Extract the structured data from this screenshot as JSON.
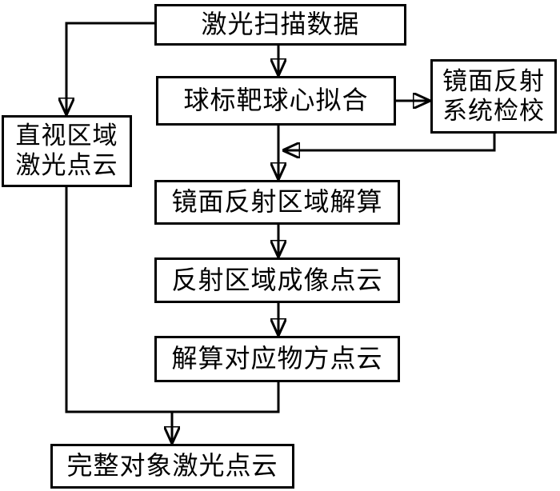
{
  "diagram": {
    "type": "flowchart",
    "background_color": "#ffffff",
    "line_color": "#000000",
    "box_fill_color": "#ffffff",
    "nodes": {
      "laser_scan_data": {
        "label": "激光扫描数据"
      },
      "sphere_target_fitting": {
        "label": "球标靶球心拟合"
      },
      "mirror_calibration": {
        "label_line1": "镜面反射",
        "label_line2": "系统检校"
      },
      "direct_view_cloud": {
        "label_line1": "直视区域",
        "label_line2": "激光点云"
      },
      "mirror_area_solution": {
        "label": "镜面反射区域解算"
      },
      "reflection_imaging_cloud": {
        "label": "反射区域成像点云"
      },
      "object_space_cloud": {
        "label": "解算对应物方点云"
      },
      "complete_cloud": {
        "label": "完整对象激光点云"
      }
    },
    "edges": [
      {
        "from": "laser_scan_data",
        "to": "sphere_target_fitting",
        "arrow": true
      },
      {
        "from": "laser_scan_data",
        "to": "direct_view_cloud",
        "arrow": true
      },
      {
        "from": "sphere_target_fitting",
        "to": "mirror_calibration",
        "arrow": true
      },
      {
        "from": "mirror_calibration",
        "to": "sphere_target_fitting_line",
        "arrow": true
      },
      {
        "from": "sphere_target_fitting",
        "to": "mirror_area_solution",
        "arrow": true
      },
      {
        "from": "mirror_area_solution",
        "to": "reflection_imaging_cloud",
        "arrow": true
      },
      {
        "from": "reflection_imaging_cloud",
        "to": "object_space_cloud",
        "arrow": true
      },
      {
        "from": "object_space_cloud",
        "to": "complete_cloud",
        "arrow": true
      },
      {
        "from": "direct_view_cloud",
        "to": "complete_cloud",
        "arrow": true
      }
    ]
  }
}
